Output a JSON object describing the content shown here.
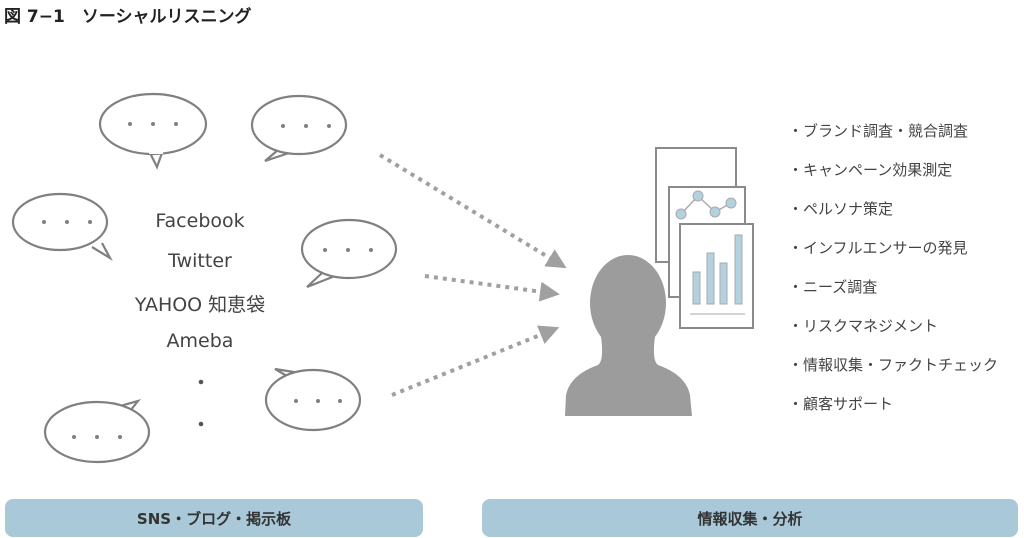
{
  "title": "図 7−1　ソーシャルリスニング",
  "platforms": [
    "Facebook",
    "Twitter",
    "YAHOO 知恵袋",
    "Ameba"
  ],
  "uses": [
    "・ブランド調査・競合調査",
    "・キャンペーン効果測定",
    "・ペルソナ策定",
    "・インフルエンサーの発見",
    "・ニーズ調査",
    "・リスクマネジメント",
    "・情報収集・ファクトチェック",
    "・顧客サポート"
  ],
  "footer": {
    "left": "SNS・ブログ・掲示板",
    "right": "情報収集・分析"
  },
  "colors": {
    "accent": "#a9c9d9",
    "gray": "#8c8c8c"
  }
}
